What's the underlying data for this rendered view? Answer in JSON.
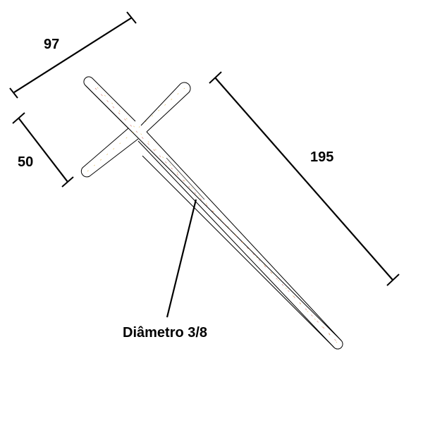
{
  "diagram": {
    "dimensions": {
      "crossbar_length": "97",
      "crossbar_offset": "50",
      "vertical_length": "195"
    },
    "callout": {
      "label": "Diâmetro 3/8"
    },
    "colors": {
      "outline": "#000000",
      "background": "#ffffff",
      "centerline_accent_1": "#d4a017",
      "centerline_accent_2": "#c0392b"
    }
  }
}
